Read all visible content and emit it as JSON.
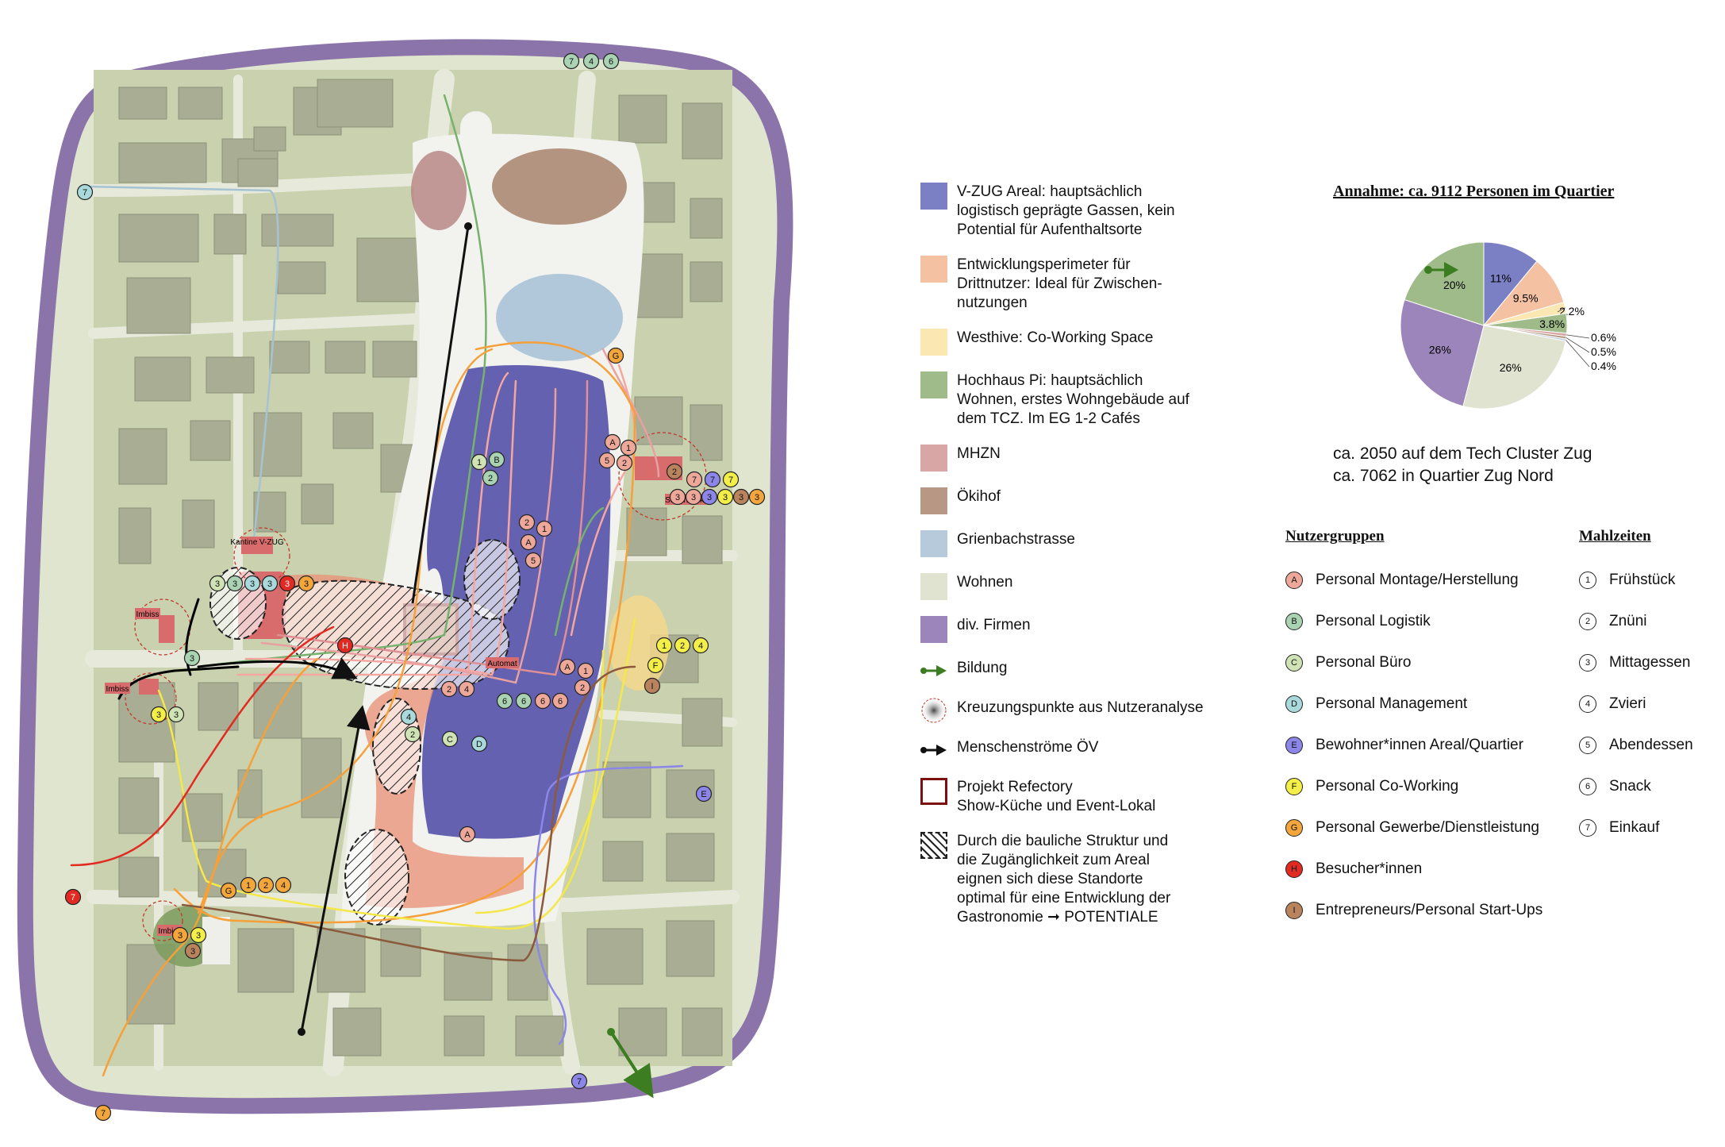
{
  "map": {
    "labels": {
      "kantine": "Kantine V-ZUG",
      "imbiss_1": "Imbiss",
      "imbiss_2": "Imbiss",
      "imbiss_3": "Imbiss",
      "supermarkt": "Supermarkt",
      "automat": "Automat"
    },
    "markers": [
      {
        "t": "7",
        "g": "B"
      },
      {
        "t": "4",
        "g": "B"
      },
      {
        "t": "6",
        "g": "B"
      },
      {
        "t": "7",
        "g": "D"
      },
      {
        "t": "G",
        "g": "G"
      },
      {
        "t": "A",
        "g": "A"
      },
      {
        "t": "1",
        "g": "A"
      },
      {
        "t": "5",
        "g": "A"
      },
      {
        "t": "2",
        "g": "A"
      },
      {
        "t": "1",
        "g": "C"
      },
      {
        "t": "B",
        "g": "B"
      },
      {
        "t": "2",
        "g": "B"
      },
      {
        "t": "2",
        "g": "A"
      },
      {
        "t": "1",
        "g": "A"
      },
      {
        "t": "A",
        "g": "A"
      },
      {
        "t": "5",
        "g": "A"
      },
      {
        "t": "2",
        "g": "I"
      },
      {
        "t": "7",
        "g": "A"
      },
      {
        "t": "7",
        "g": "E"
      },
      {
        "t": "7",
        "g": "F"
      },
      {
        "t": "3",
        "g": "A"
      },
      {
        "t": "3",
        "g": "A"
      },
      {
        "t": "3",
        "g": "E"
      },
      {
        "t": "3",
        "g": "F"
      },
      {
        "t": "3",
        "g": "I"
      },
      {
        "t": "3",
        "g": "G"
      },
      {
        "t": "3",
        "g": "C"
      },
      {
        "t": "3",
        "g": "B"
      },
      {
        "t": "3",
        "g": "D"
      },
      {
        "t": "3",
        "g": "D"
      },
      {
        "t": "3",
        "g": "H"
      },
      {
        "t": "3",
        "g": "G"
      },
      {
        "t": "H",
        "g": "H"
      },
      {
        "t": "3",
        "g": "B"
      },
      {
        "t": "3",
        "g": "F"
      },
      {
        "t": "3",
        "g": "C"
      },
      {
        "t": "2",
        "g": "A"
      },
      {
        "t": "4",
        "g": "A"
      },
      {
        "t": "6",
        "g": "B"
      },
      {
        "t": "6",
        "g": "B"
      },
      {
        "t": "6",
        "g": "A"
      },
      {
        "t": "6",
        "g": "A"
      },
      {
        "t": "A",
        "g": "A"
      },
      {
        "t": "1",
        "g": "A"
      },
      {
        "t": "2",
        "g": "A"
      },
      {
        "t": "4",
        "g": "D"
      },
      {
        "t": "2",
        "g": "C"
      },
      {
        "t": "C",
        "g": "C"
      },
      {
        "t": "D",
        "g": "D"
      },
      {
        "t": "F",
        "g": "F"
      },
      {
        "t": "I",
        "g": "I"
      },
      {
        "t": "1",
        "g": "F"
      },
      {
        "t": "2",
        "g": "F"
      },
      {
        "t": "4",
        "g": "F"
      },
      {
        "t": "E",
        "g": "E"
      },
      {
        "t": "A",
        "g": "A"
      },
      {
        "t": "7",
        "g": "H"
      },
      {
        "t": "G",
        "g": "G"
      },
      {
        "t": "1",
        "g": "G"
      },
      {
        "t": "2",
        "g": "G"
      },
      {
        "t": "4",
        "g": "G"
      },
      {
        "t": "3",
        "g": "G"
      },
      {
        "t": "3",
        "g": "F"
      },
      {
        "t": "3",
        "g": "I"
      },
      {
        "t": "7",
        "g": "G"
      },
      {
        "t": "7",
        "g": "E"
      }
    ]
  },
  "legend": [
    {
      "key": "vzug",
      "color": "#7b7fc4",
      "text": "V-ZUG Areal: hauptsächlich\nlogistisch geprägte Gassen, kein\nPotential für Aufenthaltsorte"
    },
    {
      "key": "entw",
      "color": "#f5c1a3",
      "text": "Entwicklungsperimeter für\nDrittnutzer: Ideal für Zwischen-\nnutzungen"
    },
    {
      "key": "westhive",
      "color": "#fbe7b2",
      "text": "Westhive: Co-Working Space"
    },
    {
      "key": "pi",
      "color": "#9fbb8a",
      "text": "Hochhaus Pi: hauptsächlich\nWohnen, erstes Wohngebäude auf\ndem TCZ. Im EG 1-2 Cafés"
    },
    {
      "key": "mhzn",
      "color": "#d8a6a4",
      "text": "MHZN"
    },
    {
      "key": "oekihof",
      "color": "#b69885",
      "text": "Ökihof"
    },
    {
      "key": "grienbach",
      "color": "#b6cadb",
      "text": "Grienbachstrasse"
    },
    {
      "key": "wohnen",
      "color": "#dfe3cf",
      "text": "Wohnen"
    },
    {
      "key": "firmen",
      "color": "#9b85ba",
      "text": "div. Firmen"
    }
  ],
  "legend_symbols": {
    "bildung": "Bildung",
    "kreuzung": "Kreuzungspunkte aus Nutzeranalyse",
    "oev": "Menschenströme ÖV",
    "refectory": "Projekt Refectory\nShow-Küche und Event-Lokal",
    "potentiale": "Durch die bauliche Struktur und\ndie Zugänglichkeit zum Areal\neignen sich diese Standorte\noptimal für eine Entwicklung der\nGastronomie ➞ POTENTIALE"
  },
  "chart_data": {
    "type": "pie",
    "title": "Annahme: ca. 9112 Personen im Quartier",
    "slices": [
      {
        "label": "11%",
        "value": 11,
        "color": "#7b7fc4"
      },
      {
        "label": "9.5%",
        "value": 9.5,
        "color": "#f5c1a3"
      },
      {
        "label": "2.2%",
        "value": 2.2,
        "color": "#fbe7b2"
      },
      {
        "label": "3.8%",
        "value": 3.8,
        "color": "#9fbb8a"
      },
      {
        "label": "0.6%",
        "value": 0.6,
        "color": "#d8a6a4"
      },
      {
        "label": "0.5%",
        "value": 0.5,
        "color": "#b69885"
      },
      {
        "label": "0.4%",
        "value": 0.4,
        "color": "#b6cadb"
      },
      {
        "label": "26%",
        "value": 26,
        "color": "#dfe3cf"
      },
      {
        "label": "26%",
        "value": 26,
        "color": "#9b85ba"
      },
      {
        "label": "20%",
        "value": 20,
        "color": "#9fbb8a"
      }
    ]
  },
  "totals": {
    "line1": "ca. 2050 auf dem Tech Cluster Zug",
    "line2": "ca. 7062 in Quartier Zug Nord"
  },
  "groups": {
    "title": "Nutzergruppen",
    "items": [
      {
        "letter": "A",
        "color": "#eea89a",
        "label": "Personal Montage/Herstellung"
      },
      {
        "letter": "B",
        "color": "#a9d3b3",
        "label": "Personal Logistik"
      },
      {
        "letter": "C",
        "color": "#cfe3b5",
        "label": "Personal Büro"
      },
      {
        "letter": "D",
        "color": "#a9d9da",
        "label": "Personal Management"
      },
      {
        "letter": "E",
        "color": "#8c86e8",
        "label": "Bewohner*innen Areal/Quartier"
      },
      {
        "letter": "F",
        "color": "#f4ef48",
        "label": "Personal Co-Working"
      },
      {
        "letter": "G",
        "color": "#f2a63c",
        "label": "Personal Gewerbe/Dienstleistung"
      },
      {
        "letter": "H",
        "color": "#e12b22",
        "label": "Besucher*innen"
      },
      {
        "letter": "I",
        "color": "#b9835e",
        "label": "Entrepreneurs/Personal Start-Ups"
      }
    ]
  },
  "meals": {
    "title": "Mahlzeiten",
    "items": [
      {
        "num": "1",
        "label": "Frühstück"
      },
      {
        "num": "2",
        "label": "Znüni"
      },
      {
        "num": "3",
        "label": "Mittagessen"
      },
      {
        "num": "4",
        "label": "Zvieri"
      },
      {
        "num": "5",
        "label": "Abendessen"
      },
      {
        "num": "6",
        "label": "Snack"
      },
      {
        "num": "7",
        "label": "Einkauf"
      }
    ]
  }
}
